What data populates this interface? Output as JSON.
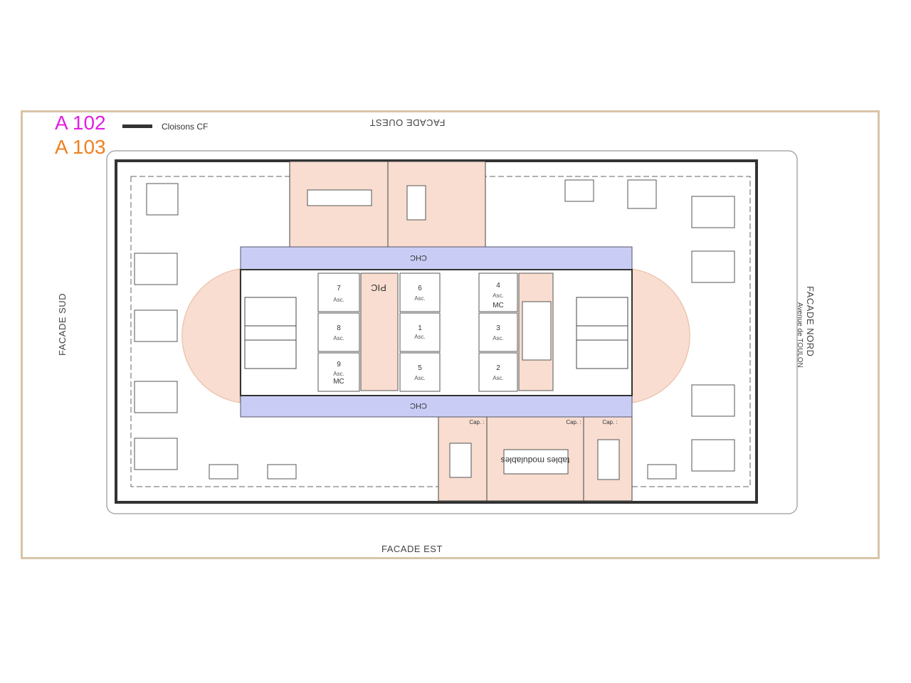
{
  "legend": {
    "a102": "A 102",
    "a103": "A 103",
    "cloisons": "Cloisons CF",
    "a102_color": "#e020e0",
    "a103_color": "#f08020"
  },
  "facades": {
    "ouest": "FACADE OUEST",
    "est": "FACADE EST",
    "sud": "FACADE SUD",
    "nord": "FACADE NORD",
    "avenue": "Avenue de TOULON"
  },
  "corridors": {
    "top": "CHC",
    "bottom": "CHC"
  },
  "core": {
    "pic": "PIC",
    "elevators_left": [
      {
        "num": "7",
        "label": "Asc."
      },
      {
        "num": "8",
        "label": "Asc."
      },
      {
        "num": "9",
        "label": "Asc.",
        "extra": "MC"
      }
    ],
    "elevators_mid": [
      {
        "num": "6",
        "label": "Asc."
      },
      {
        "num": "1",
        "label": "Asc."
      },
      {
        "num": "5",
        "label": "Asc."
      }
    ],
    "elevators_right": [
      {
        "num": "4",
        "label": "Asc.",
        "extra": "MC"
      },
      {
        "num": "3",
        "label": "Asc."
      },
      {
        "num": "2",
        "label": "Asc."
      }
    ]
  },
  "rooms": {
    "tables_modulables": "tables modulables",
    "cap_labels": [
      "Cap. :",
      "Cap. :",
      "Cap. :"
    ]
  },
  "colors": {
    "room_fill": "#f8ddd0",
    "corridor_fill": "#c9cdf6",
    "frame": "#d8c4a8"
  }
}
